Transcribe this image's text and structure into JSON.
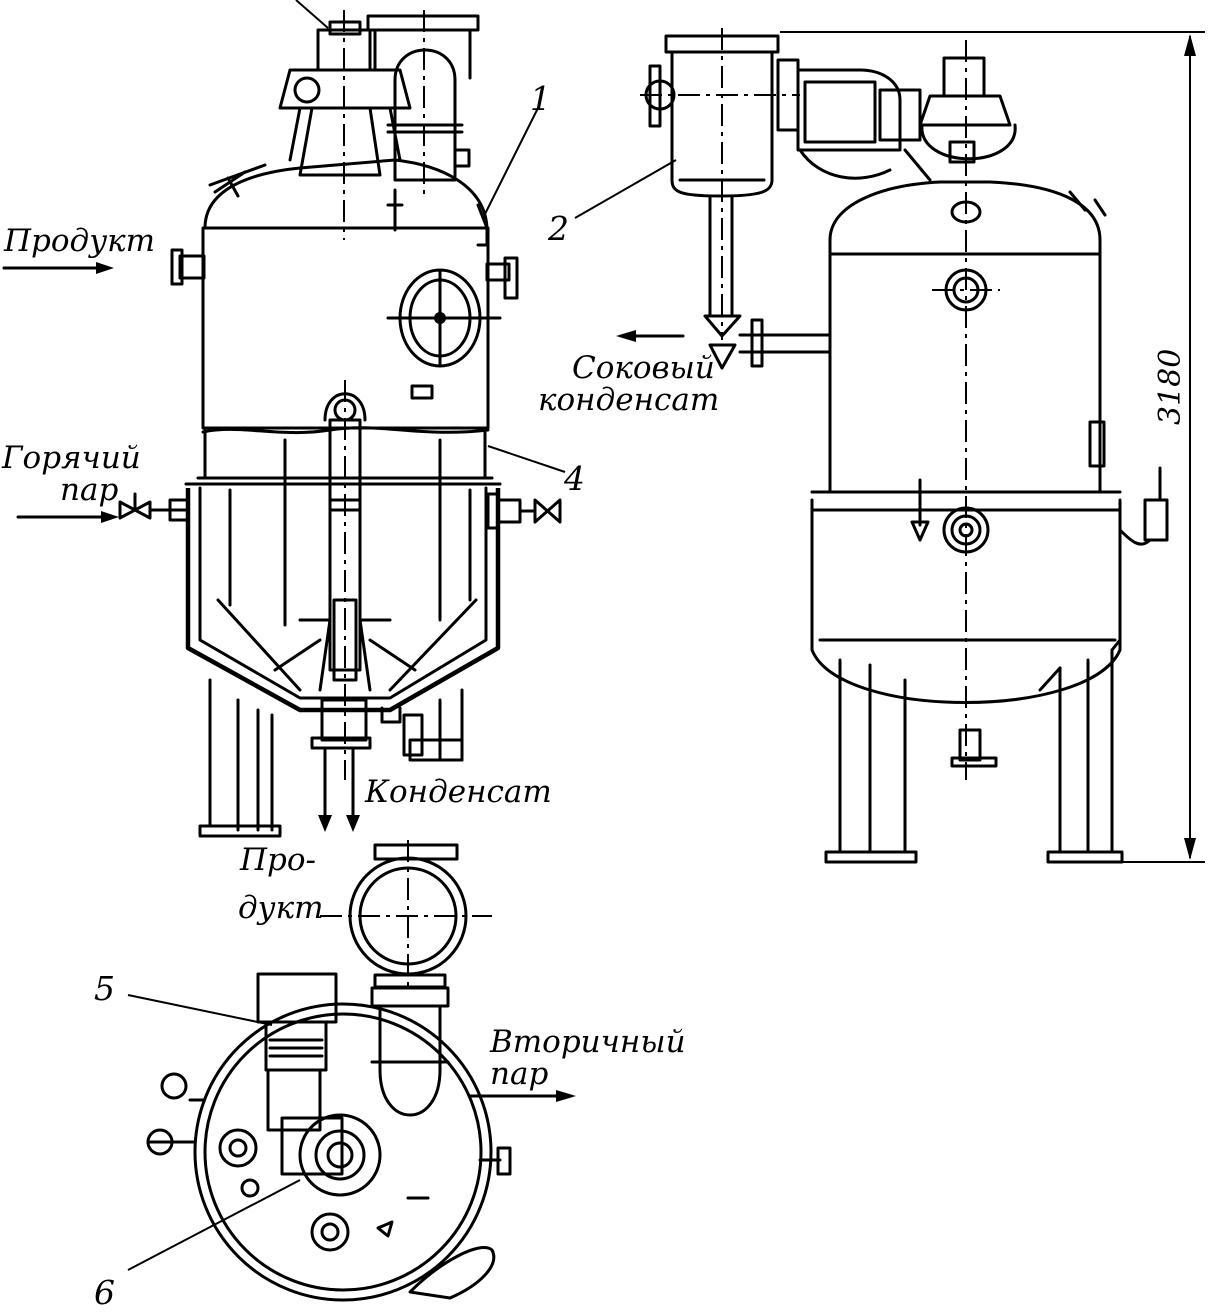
{
  "labels": {
    "product_in": "Продукт",
    "hot_steam_1": "Горячий",
    "hot_steam_2": "пар",
    "juice_cond_1": "Соковый",
    "juice_cond_2": "конденсат",
    "condensate": "Конденсат",
    "product_out_1": "Про-",
    "product_out_2": "дукт",
    "secondary_steam_1": "Вторичный",
    "secondary_steam_2": "пар"
  },
  "callouts": {
    "n1": "1",
    "n2": "2",
    "n4": "4",
    "n5": "5",
    "n6": "6"
  },
  "dimension": {
    "height": "3180"
  }
}
